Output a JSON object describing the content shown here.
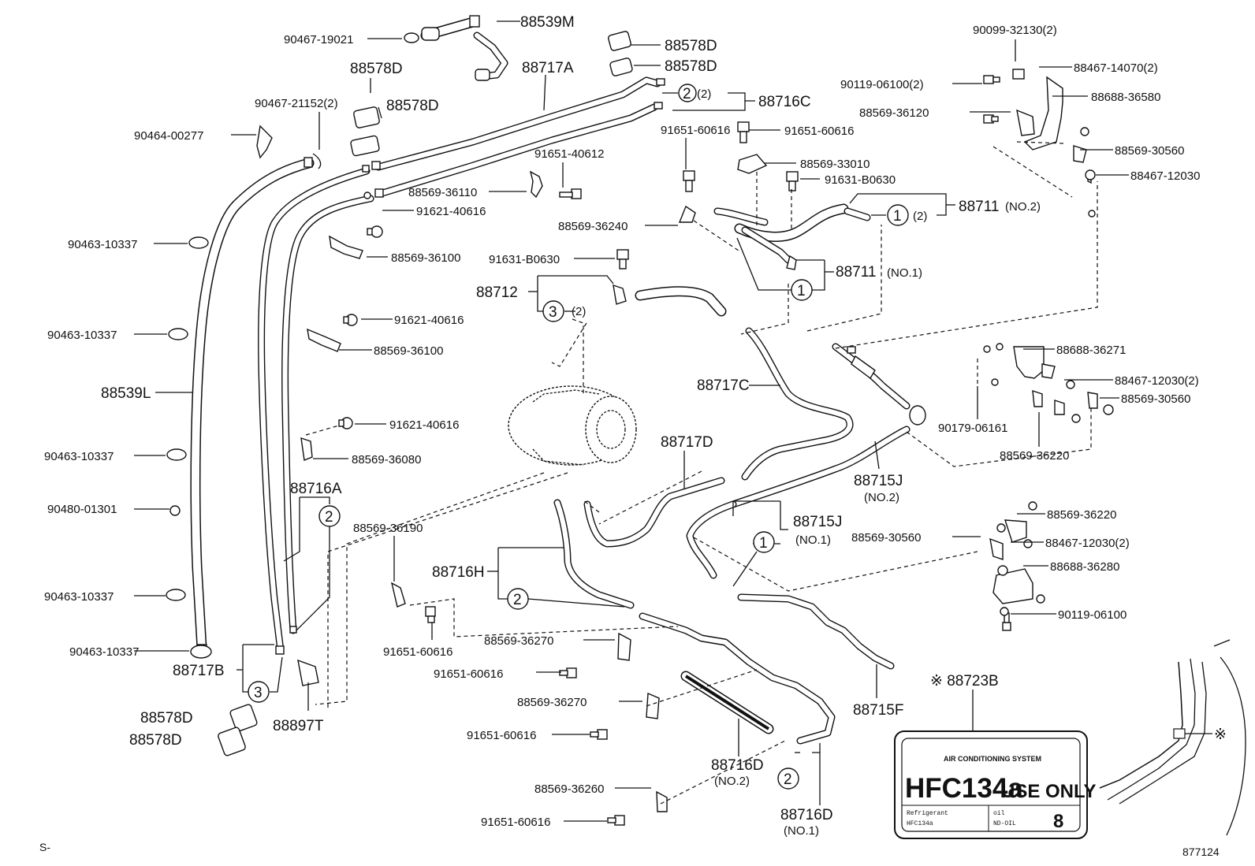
{
  "parts": {
    "p88539M": "88539M",
    "p90467_19021": "90467-19021",
    "p88578D_a": "88578D",
    "p88578D_b": "88578D",
    "p88578D_c": "88578D",
    "p88578D_d": "88578D",
    "p88578D_e": "88578D",
    "p88578D_f": "88578D",
    "p88717A": "88717A",
    "p90467_21152": "90467-21152(2)",
    "p90464_00277": "90464-00277",
    "p88716C": "88716C",
    "p91651_60616_a": "91651-60616",
    "p91651_60616_b": "91651-60616",
    "p91651_60616_c": "91651-60616",
    "p91651_60616_d": "91651-60616",
    "p91651_60616_e": "91651-60616",
    "p91651_60616_f": "91651-60616",
    "p91651_40612": "91651-40612",
    "p88569_33010": "88569-33010",
    "p91631_B0630_a": "91631-B0630",
    "p91631_B0630_b": "91631-B0630",
    "p88569_36110": "88569-36110",
    "p91621_40616_a": "91621-40616",
    "p91621_40616_b": "91621-40616",
    "p91621_40616_c": "91621-40616",
    "p88569_36240": "88569-36240",
    "p88711_no2": "88711",
    "p88711_no2_suffix": "(NO.2)",
    "p88711_no1": "88711",
    "p88711_no1_suffix": "(NO.1)",
    "p90463_10337_a": "90463-10337",
    "p90463_10337_b": "90463-10337",
    "p90463_10337_c": "90463-10337",
    "p90463_10337_d": "90463-10337",
    "p90463_10337_e": "90463-10337",
    "p88569_36100_a": "88569-36100",
    "p88569_36100_b": "88569-36100",
    "p88712": "88712",
    "p88539L": "88539L",
    "p88717C": "88717C",
    "p88569_36080": "88569-36080",
    "p90480_01301": "90480-01301",
    "p88717D": "88717D",
    "p88716A": "88716A",
    "p88715J_no2": "88715J",
    "p88715J_no2_suffix": "(NO.2)",
    "p88715J_no1": "88715J",
    "p88715J_no1_suffix": "(NO.1)",
    "p88569_36190": "88569-36190",
    "p88716H": "88716H",
    "p88717B": "88717B",
    "p88569_36270_a": "88569-36270",
    "p88569_36270_b": "88569-36270",
    "p88897T": "88897T",
    "p88715F": "88715F",
    "p88716D_no2": "88716D",
    "p88716D_no2_suffix": "(NO.2)",
    "p88716D_no1": "88716D",
    "p88716D_no1_suffix": "(NO.1)",
    "p88569_36260": "88569-36260",
    "p90099_32130": "90099-32130(2)",
    "p88467_14070": "88467-14070(2)",
    "p90119_06100_2": "90119-06100(2)",
    "p88688_36580": "88688-36580",
    "p88569_36120": "88569-36120",
    "p88569_30560_a": "88569-30560",
    "p88569_30560_b": "88569-30560",
    "p88569_30560_c": "88569-30560",
    "p88467_12030": "88467-12030",
    "p88688_36271": "88688-36271",
    "p88467_12030_2a": "88467-12030(2)",
    "p88467_12030_2b": "88467-12030(2)",
    "p90179_06161": "90179-06161",
    "p88569_36220_a": "88569-36220",
    "p88569_36220_b": "88569-36220",
    "p88688_36280": "88688-36280",
    "p90119_06100": "90119-06100",
    "p88723B": "※ 88723B"
  },
  "qty_labels": {
    "q2": "(2)"
  },
  "callouts": {
    "c1": "1",
    "c2": "2",
    "c3": "3"
  },
  "label_plate": {
    "header": "AIR CONDITIONING SYSTEM",
    "main_text": "HFC134a",
    "main_suffix": "USE ONLY",
    "refrigerant_label": "Refrigerant",
    "refrigerant_value": "HFC134a",
    "oil_label": "oil",
    "oil_value": "ND-OIL",
    "oil_number": "8"
  },
  "inset": {
    "marker": "※"
  },
  "footer": {
    "left_mark": "S-",
    "drawing_number": "877124"
  }
}
